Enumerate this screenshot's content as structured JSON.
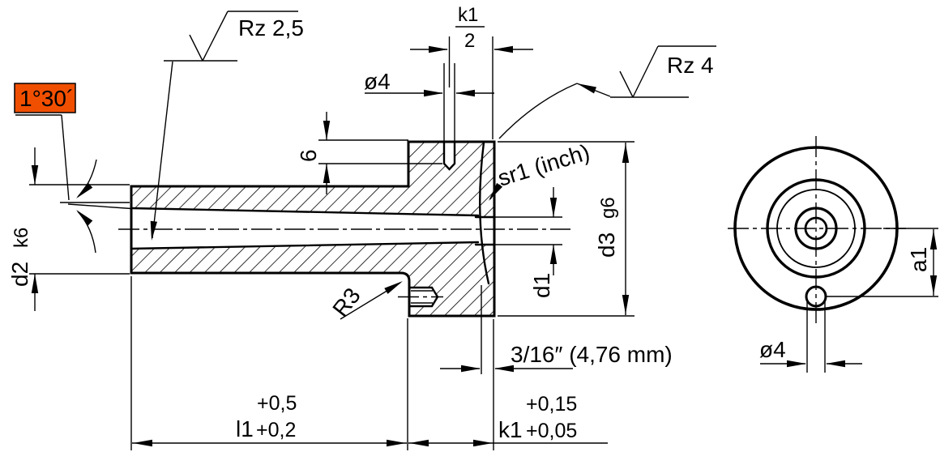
{
  "drawing": {
    "type": "technical-drawing",
    "colors": {
      "line": "#000000",
      "background": "#ffffff",
      "highlight_bg": "#f14f00",
      "highlight_text": "#000000"
    },
    "side_view": {
      "taper_angle": "1°30´",
      "surface_roughness_bore": "Rz 2,5",
      "surface_roughness_face": "Rz 4",
      "top_hole_diameter": "ø4",
      "top_hole_depth": "6",
      "flange_half_numerator": "k1",
      "flange_half_denominator": "2",
      "sphere_radius": "sr1 (inch)",
      "bore_exit_diameter": "d1",
      "shank_diameter": "d2",
      "shank_fit": "k6",
      "flange_diameter": "d3",
      "flange_fit": "g6",
      "fillet_radius": "R3",
      "sphere_depth": "3/16″ (4,76 mm)",
      "length_label": "l1",
      "length_tol_upper": "+0,5",
      "length_tol_lower": "+0,2",
      "flange_width_label": "k1",
      "flange_width_tol_upper": "+0,15",
      "flange_width_tol_lower": "+0,05"
    },
    "end_view": {
      "hole_offset": "a1",
      "hole_diameter": "ø4"
    }
  }
}
